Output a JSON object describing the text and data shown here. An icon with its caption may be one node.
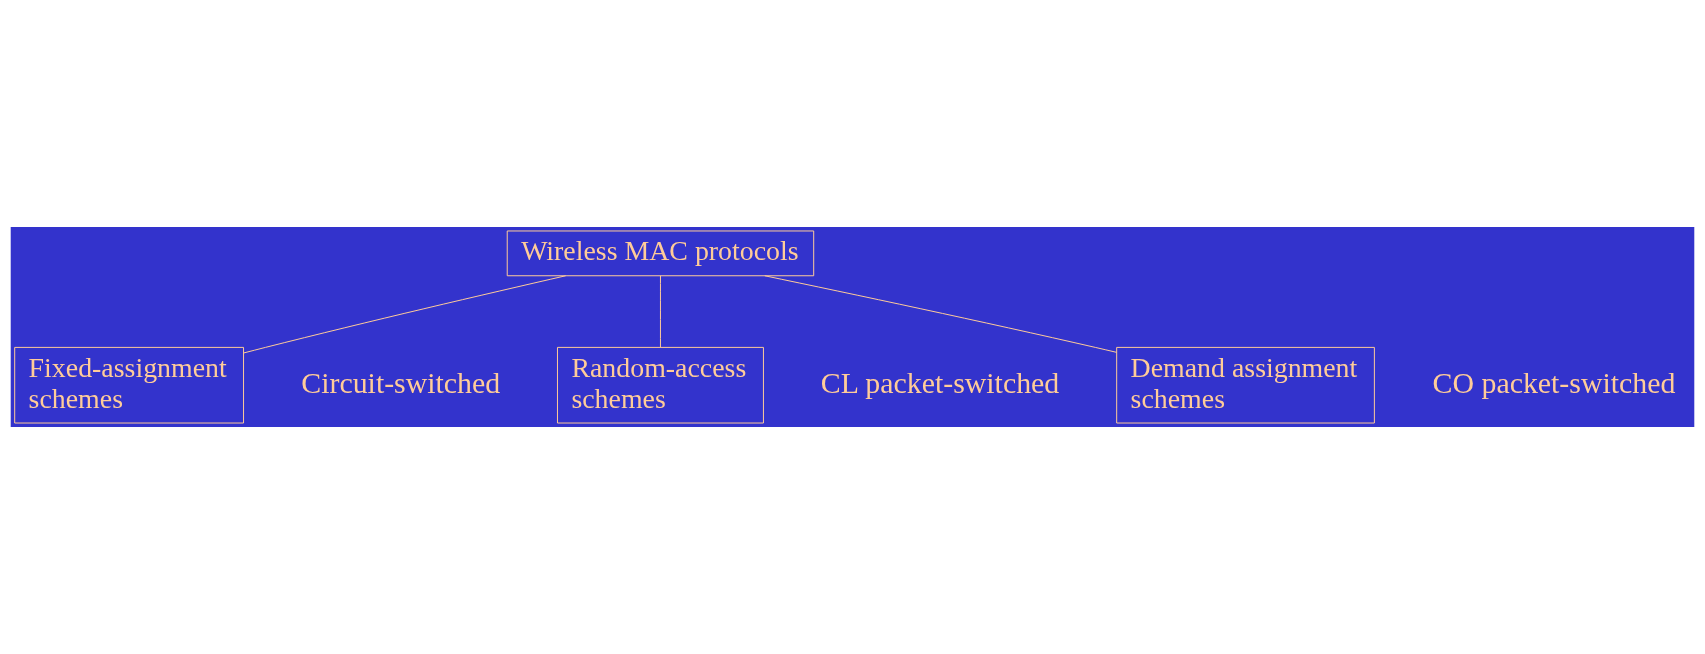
{
  "diagram": {
    "nodes": [
      {
        "text": [
          "Wireless MAC protocols"
        ]
      },
      {
        "text": [
          "Fixed-assignment schemes"
        ],
        "beside": [
          "Circuit-switched"
        ]
      },
      {
        "text": [
          "Random-access schemes"
        ],
        "beside": [
          "CL packet-switched"
        ]
      },
      {
        "text": [
          "Demand assignment schemes"
        ],
        "beside": [
          "CO packet-switched"
        ]
      }
    ],
    "edges": [
      {
        "from": 0,
        "to": 1,
        "arrow": "none"
      },
      {
        "from": 0,
        "to": 2,
        "arrow": "none"
      },
      {
        "from": 0,
        "to": 3,
        "arrow": "none"
      }
    ]
  }
}
